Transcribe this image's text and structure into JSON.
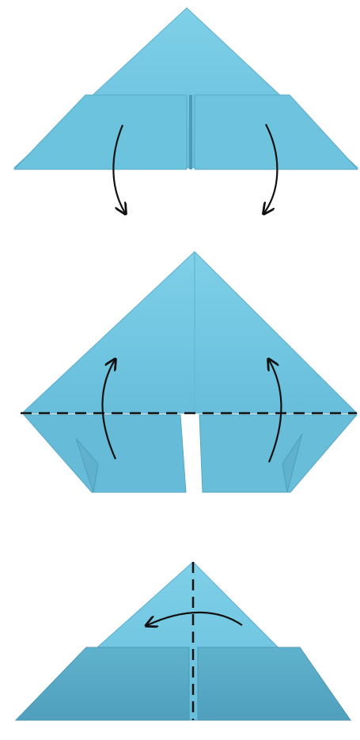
{
  "diagram": {
    "steps": [
      {
        "id": "step-1",
        "description_visible": false,
        "arrows": [
          "down",
          "down"
        ]
      },
      {
        "id": "step-2",
        "description_visible": false,
        "arrows": [
          "up",
          "up"
        ]
      },
      {
        "id": "step-3",
        "description_visible": false,
        "arrows": [
          "left"
        ]
      }
    ]
  },
  "colors": {
    "paper_light": "#79c9e2",
    "paper_mid": "#67bedb",
    "paper_flap": "#5fb7d5",
    "paper_dark": "#5aa9c3",
    "paper_shadow": "#8fd0e5",
    "crease": "#4f9fbd",
    "ink": "#111111"
  }
}
